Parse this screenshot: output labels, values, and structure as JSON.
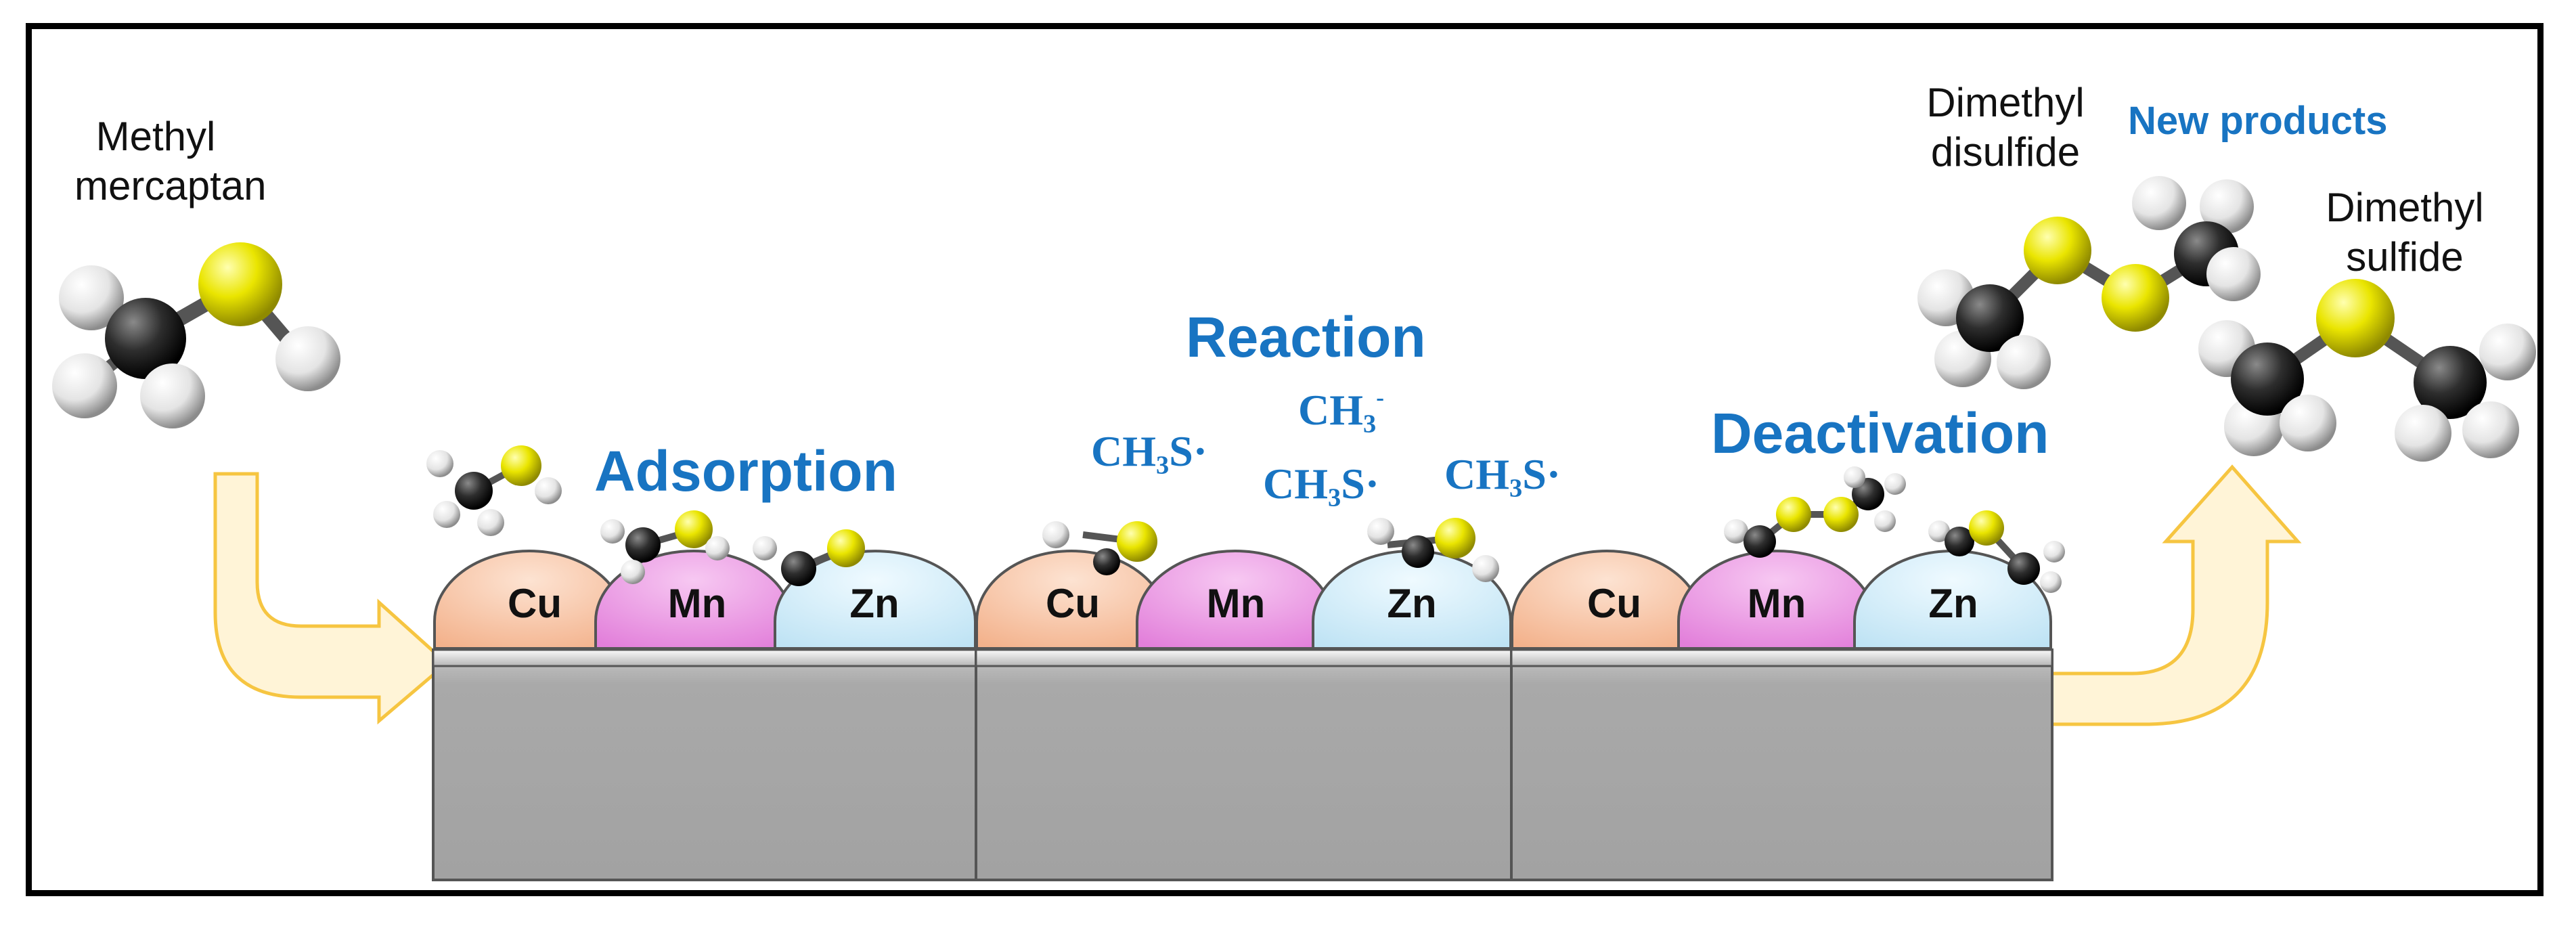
{
  "reactant": {
    "label_line1": "Methyl",
    "label_line2": "mercaptan"
  },
  "stages": {
    "adsorption": "Adsorption",
    "reaction": "Reaction",
    "deactivation": "Deactivation"
  },
  "species": {
    "ch3s": "CH",
    "ch3s_sub": "3",
    "ch3s_tail": "S",
    "ch3_main": "CH",
    "ch3_sub": "3",
    "ch3_sup": "-",
    "radical_dot": "·"
  },
  "products": {
    "header": "New products",
    "dmds_line1": "Dimethyl",
    "dmds_line2": "disulfide",
    "dms_line1": "Dimethyl",
    "dms_line2": "sulfide"
  },
  "metals": [
    "Cu",
    "Mn",
    "Zn"
  ],
  "colors": {
    "stage_text": "#1874c2",
    "cu": "#f7c2a2",
    "mn": "#ef9ae6",
    "zn": "#d6eef9",
    "substrate": "#adadad",
    "arrow_fill": "#fff4d7",
    "arrow_stroke": "#f6c541",
    "sulfur": "#e8e100",
    "carbon": "#2d2d2d",
    "hydrogen": "#f2f2f2"
  }
}
